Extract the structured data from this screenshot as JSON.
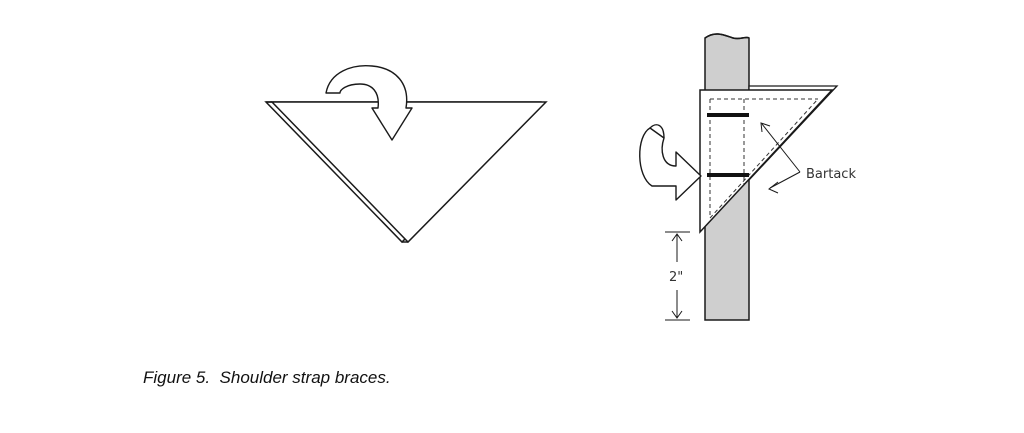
{
  "figure": {
    "caption": "Figure 5.  Shoulder strap braces.",
    "bartack_label": "Bartack",
    "dimension_label": "2\""
  },
  "colors": {
    "line": "#1a1a1a",
    "strap_fill": "#cfcfcf",
    "background": "#ffffff"
  }
}
